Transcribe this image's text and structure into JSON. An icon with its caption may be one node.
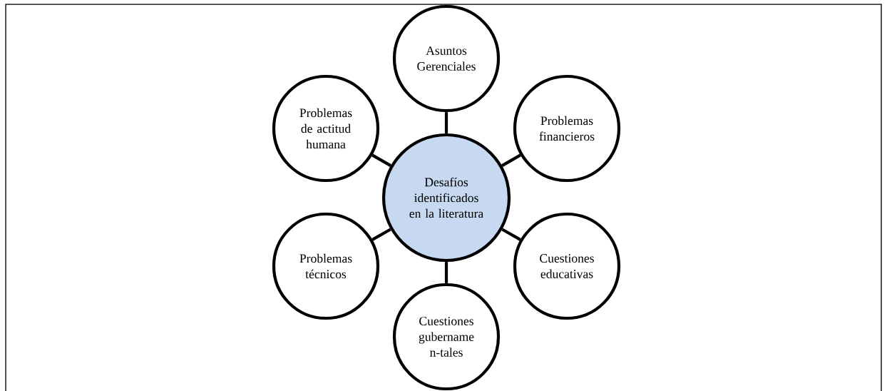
{
  "diagram": {
    "nodes": [
      {
        "text": [
          "Asuntos Gerenciales"
        ]
      },
      {
        "text": [
          "Problemas de actitud humana"
        ]
      },
      {
        "text": [
          "Problemas financieros"
        ]
      },
      {
        "text": [
          "Desafíos identificados en la literatura"
        ]
      },
      {
        "text": [
          "Problemas técnicos"
        ]
      },
      {
        "text": [
          "Cuestiones educativas"
        ]
      },
      {
        "text": [
          "Cuestiones gubername n-tales"
        ]
      }
    ],
    "edges": [
      {
        "from": 3,
        "to": 0,
        "arrow": "none"
      },
      {
        "from": 3,
        "to": 1,
        "arrow": "none"
      },
      {
        "from": 3,
        "to": 2,
        "arrow": "none"
      },
      {
        "from": 3,
        "to": 4,
        "arrow": "none"
      },
      {
        "from": 3,
        "to": 5,
        "arrow": "none"
      },
      {
        "from": 3,
        "to": 6,
        "arrow": "none"
      }
    ]
  }
}
